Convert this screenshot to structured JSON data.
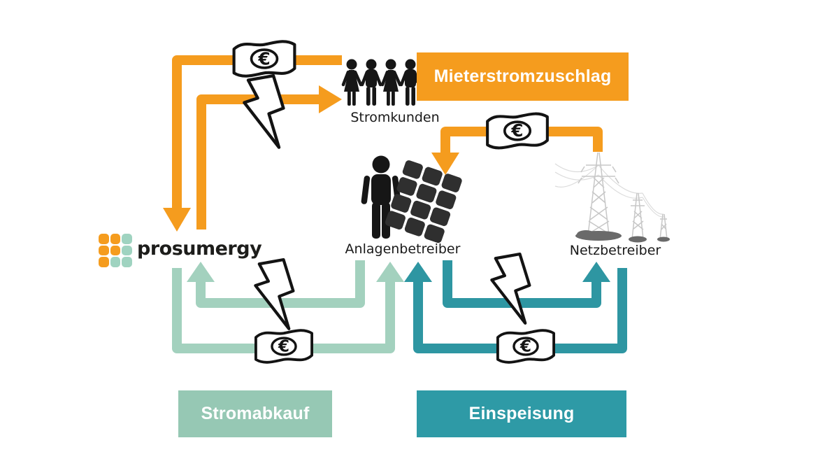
{
  "colors": {
    "orange": "#F59C1E",
    "mint": "#A3D1BE",
    "mint-banner": "#96C8B4",
    "teal": "#2E96A2",
    "teal-banner": "#2E9AA6",
    "ink": "#131313",
    "label": "#1a1a1a"
  },
  "actors": {
    "stromkunden": {
      "label": "Stromkunden"
    },
    "anlagenbetreiber": {
      "label": "Anlagenbetreiber"
    },
    "netzbetreiber": {
      "label": "Netzbetreiber"
    },
    "prosumergy": {
      "logo_text": "prosumergy"
    }
  },
  "banners": {
    "mieterstromzuschlag": "Mieterstromzuschlag",
    "stromabkauf": "Stromabkauf",
    "einspeisung": "Einspeisung"
  },
  "symbols": {
    "euro": "€"
  },
  "flows": [
    {
      "from": "Stromkunden",
      "to": "prosumergy",
      "carries": "money",
      "color": "orange"
    },
    {
      "from": "prosumergy",
      "to": "Stromkunden",
      "carries": "electricity",
      "color": "orange"
    },
    {
      "from": "Netzbetreiber",
      "to": "Anlagenbetreiber",
      "carries": "money",
      "label": "Mieterstromzuschlag",
      "color": "orange"
    },
    {
      "from": "Anlagenbetreiber",
      "to": "prosumergy",
      "carries": "electricity",
      "label": "Stromabkauf",
      "color": "mint"
    },
    {
      "from": "prosumergy",
      "to": "Anlagenbetreiber",
      "carries": "money",
      "label": "Stromabkauf",
      "color": "mint"
    },
    {
      "from": "Anlagenbetreiber",
      "to": "Netzbetreiber",
      "carries": "electricity",
      "label": "Einspeisung",
      "color": "teal"
    },
    {
      "from": "Netzbetreiber",
      "to": "Anlagenbetreiber",
      "carries": "money",
      "label": "Einspeisung",
      "color": "teal"
    }
  ]
}
